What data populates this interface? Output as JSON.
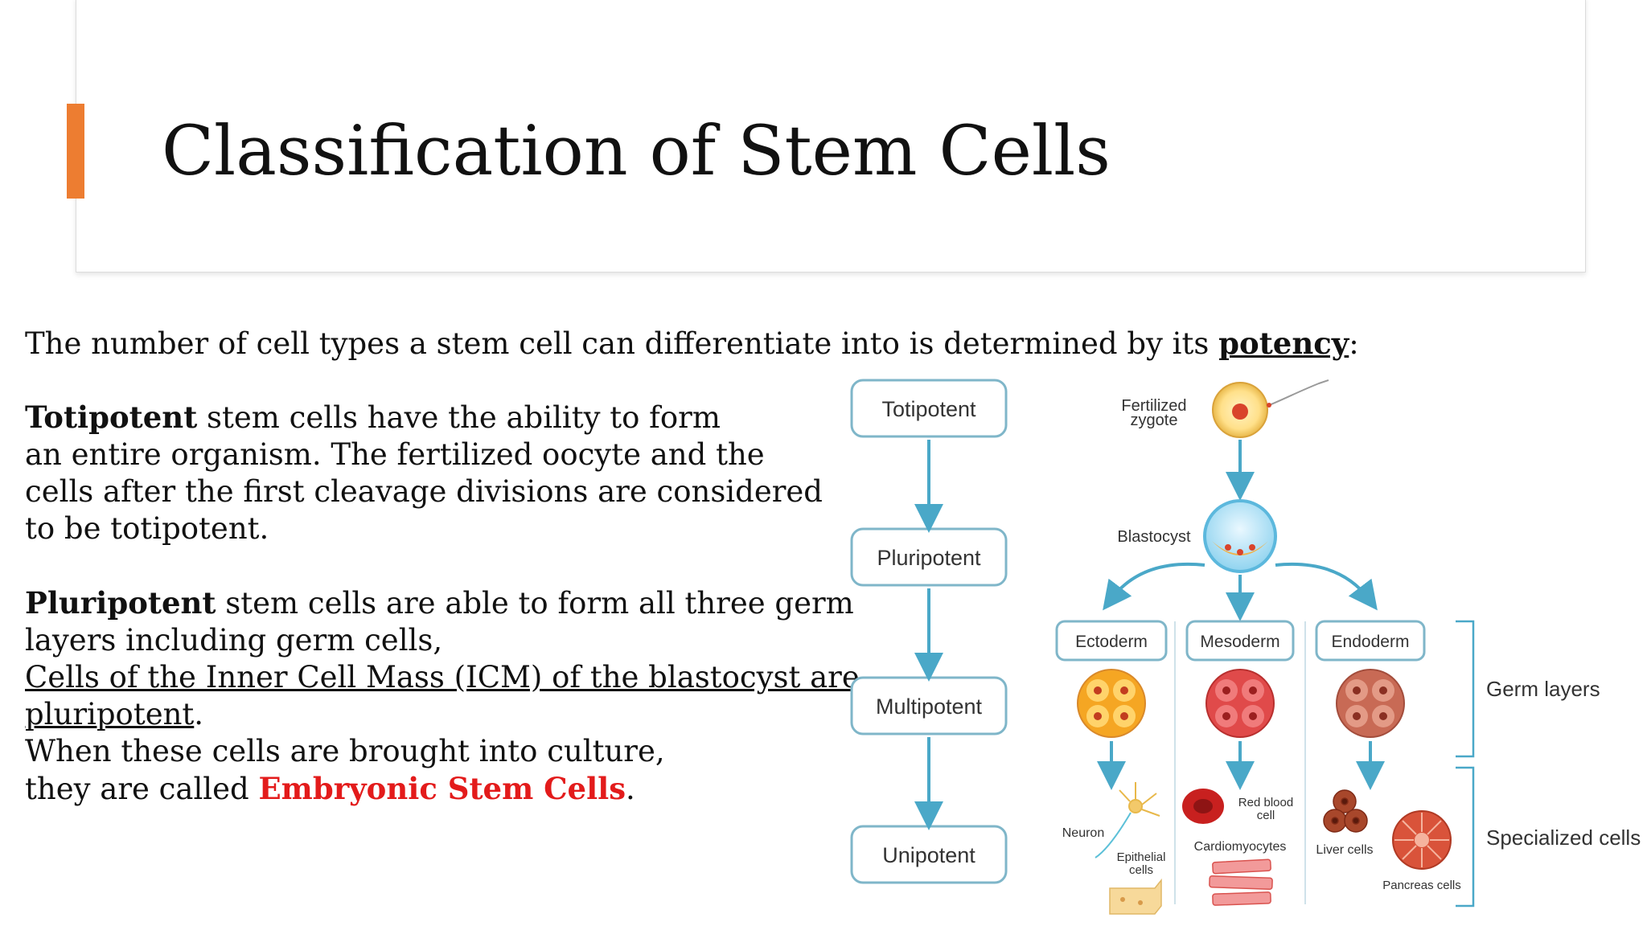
{
  "slide": {
    "title": "Classification of Stem Cells",
    "accent_color": "#ed7d31"
  },
  "body": {
    "intro_text": "The number of cell types a stem cell can differentiate into is determined by its ",
    "intro_keyword": "potency",
    "intro_end": ":",
    "totipotent": {
      "term": "Totipotent",
      "line1": " stem cells have the ability to form",
      "line2": "an entire organism. The fertilized oocyte and the",
      "line3": "cells after the first cleavage divisions are considered",
      "line4": "to be totipotent."
    },
    "pluripotent": {
      "term": "Pluripotent",
      "line1": " stem cells are able to form all three germ",
      "line2": "layers including germ cells,",
      "line3_underlined": "Cells of the Inner Cell Mass (ICM) of the blastocyst are ",
      "line4_underlined": "pluripotent",
      "line4_end": ".",
      "line5": "When these cells are brought into culture,",
      "line6_start": "they are called ",
      "highlight": "Embryonic Stem Cells",
      "line6_end": ".",
      "highlight_color": "#e31b1b"
    }
  },
  "figure": {
    "potency_levels": [
      "Totipotent",
      "Pluripotent",
      "Multipotent",
      "Unipotent"
    ],
    "zygote_label_1": "Fertilized",
    "zygote_label_2": "zygote",
    "blastocyst_label": "Blastocyst",
    "germ_layers": [
      "Ectoderm",
      "Mesoderm",
      "Endoderm"
    ],
    "group_germ_layers": "Germ layers",
    "group_specialized": "Specialized cells",
    "cells": {
      "neuron": "Neuron",
      "epithelial_1": "Epithelial",
      "epithelial_2": "cells",
      "rbc_1": "Red blood",
      "rbc_2": "cell",
      "cardiomyocytes": "Cardiomyocytes",
      "liver": "Liver cells",
      "pancreas": "Pancreas cells"
    },
    "colors": {
      "box_border": "#7fb6c9",
      "arrow": "#4aa8c8",
      "ectoderm": "#f5a623",
      "mesoderm": "#e04a4a",
      "endoderm": "#c86a55"
    }
  }
}
